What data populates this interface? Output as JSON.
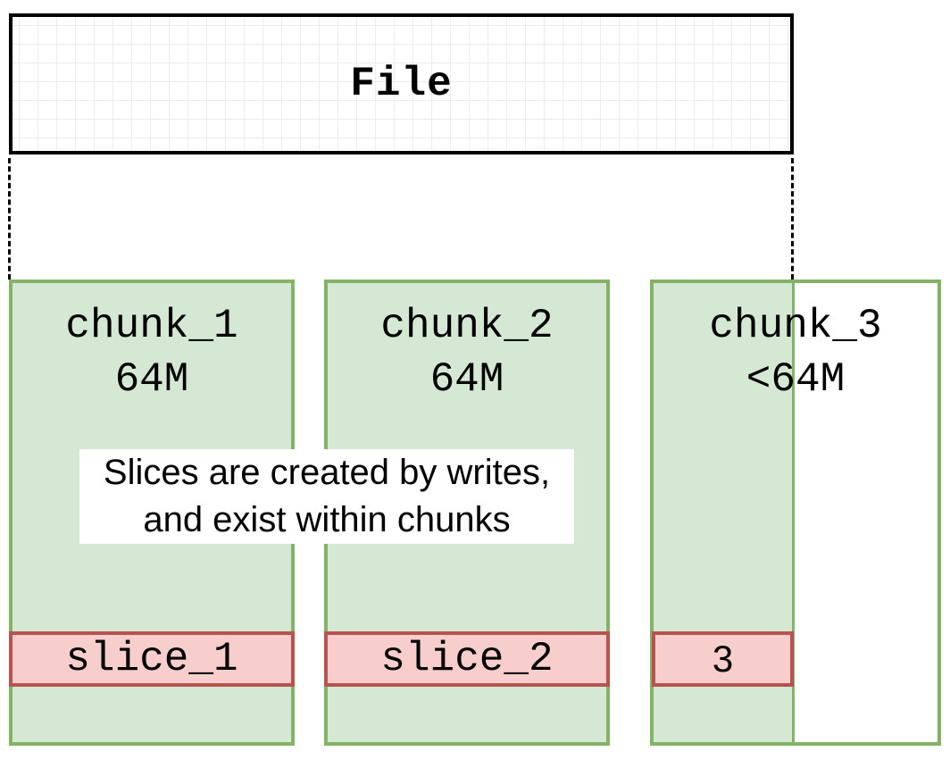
{
  "diagram": {
    "file": {
      "label": "File"
    },
    "chunks": [
      {
        "name": "chunk_1",
        "size": "64M",
        "slice_label": "slice_1"
      },
      {
        "name": "chunk_2",
        "size": "64M",
        "slice_label": "slice_2"
      },
      {
        "name": "chunk_3",
        "size": "<64M",
        "slice_label": "3"
      }
    ],
    "annotation": {
      "line1": "Slices are created by writes,",
      "line2": "and exist within chunks"
    },
    "colors": {
      "chunk_fill": "#d5e8d4",
      "chunk_border": "#82b366",
      "slice_fill": "#f8cecc",
      "slice_border": "#b85450",
      "file_border": "#000000",
      "grid_line": "#ececec",
      "connector": "#000000"
    }
  }
}
